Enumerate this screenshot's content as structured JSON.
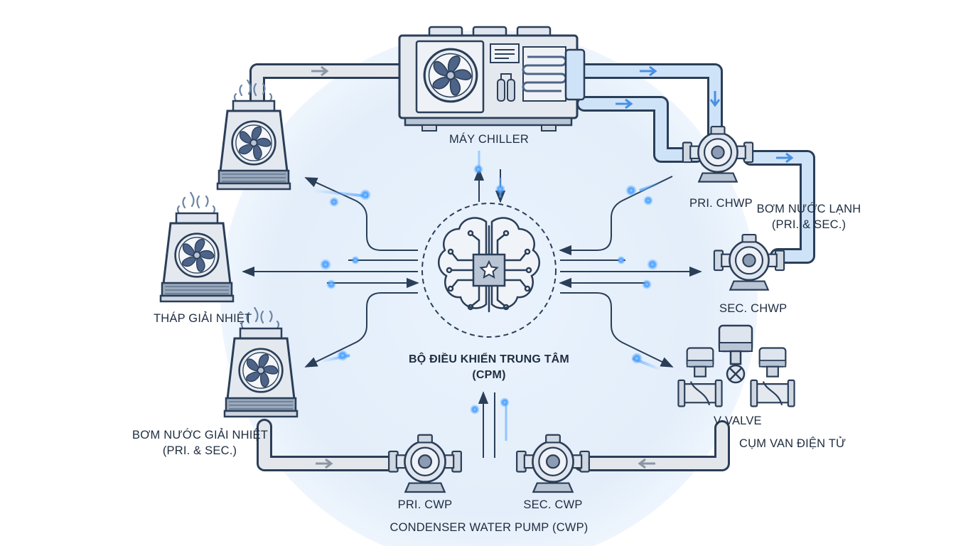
{
  "labels": {
    "chiller": "MÁY CHILLER",
    "pri_chwp": "PRI. CHWP",
    "chwp_group_line1": "BƠM NƯỚC LẠNH",
    "chwp_group_line2": "(PRI. & SEC.)",
    "sec_chwp": "SEC. CHWP",
    "cooling_tower": "THÁP GIẢI NHIỆT",
    "cwp_group_line1": "BƠM NƯỚC GIẢI NHIỆT",
    "cwp_group_line2": "(PRI. & SEC.)",
    "controller_line1": "BỘ ĐIỀU KHIỂN TRUNG TÂM",
    "controller_line2": "(CPM)",
    "v_valve": "V-VALVE",
    "valve_group": "CỤM VAN ĐIỆN TỬ",
    "pri_cwp": "PRI. CWP",
    "sec_cwp": "SEC. CWP",
    "cwp_title": "CONDENSER WATER PUMP (CWP)"
  },
  "colors": {
    "background_glow": "#e6f0fb",
    "stroke": "#2b3e58",
    "equipment_fill": "#dfe5ee",
    "equipment_shade": "#b9c5d5",
    "fan_blade": "#4d6488",
    "chilled_pipe": "#cfe3f8",
    "condenser_pipe": "#e3e7ec",
    "flow_arrow_blue": "#4a90e2",
    "flow_arrow_grey": "#8c96a3",
    "signal_glow": "#5aa9ff",
    "text": "#1f2d40"
  },
  "icons": [
    "chiller-icon",
    "fan-icon",
    "cooling-tower-icon",
    "pump-icon",
    "valve-icon",
    "brain-chip-icon",
    "star-icon",
    "vapor-icon"
  ]
}
